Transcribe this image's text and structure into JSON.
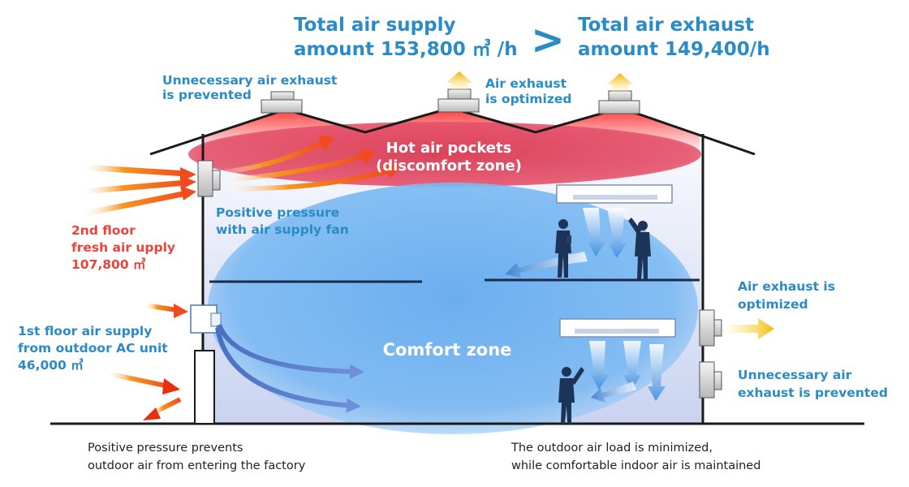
{
  "header": {
    "supply_line1": "Total air supply",
    "supply_line2": "amount 153,800 ㎥ /h",
    "compare_symbol": ">",
    "exhaust_line1": "Total air exhaust",
    "exhaust_line2": "amount 149,400/h"
  },
  "roof": {
    "left_label_line1": "Unnecessary air exhaust",
    "left_label_line2": "is prevented",
    "mid_label_line1": "Air exhaust",
    "mid_label_line2": "is optimized"
  },
  "zones": {
    "hot_line1": "Hot air pockets",
    "hot_line2": "(discomfort zone)",
    "comfort": "Comfort zone"
  },
  "supply": {
    "floor2_line1": "2nd floor",
    "floor2_line2": "fresh air upply",
    "floor2_line3": "107,800 ㎥",
    "pressure_line1": "Positive pressure",
    "pressure_line2": "with air supply fan",
    "floor1_line1": "1st floor air supply",
    "floor1_line2": "from outdoor AC unit",
    "floor1_line3": "46,000 ㎥"
  },
  "exhaust_right": {
    "optimized_line1": "Air exhaust is",
    "optimized_line2": "optimized",
    "prevented_line1": "Unnecessary air",
    "prevented_line2": "exhaust is prevented"
  },
  "footer": {
    "left_line1": "Positive pressure prevents",
    "left_line2": "outdoor air from entering the factory",
    "right_line1": "The outdoor air load is minimized,",
    "right_line2": "while comfortable indoor air is maintained"
  },
  "colors": {
    "title_blue": "#2b8bc6",
    "supply_red": "#e8443a",
    "hot_zone": "#e0405a",
    "comfort_zone": "#5aa9ee",
    "arrow_orange": "#f7931e"
  }
}
